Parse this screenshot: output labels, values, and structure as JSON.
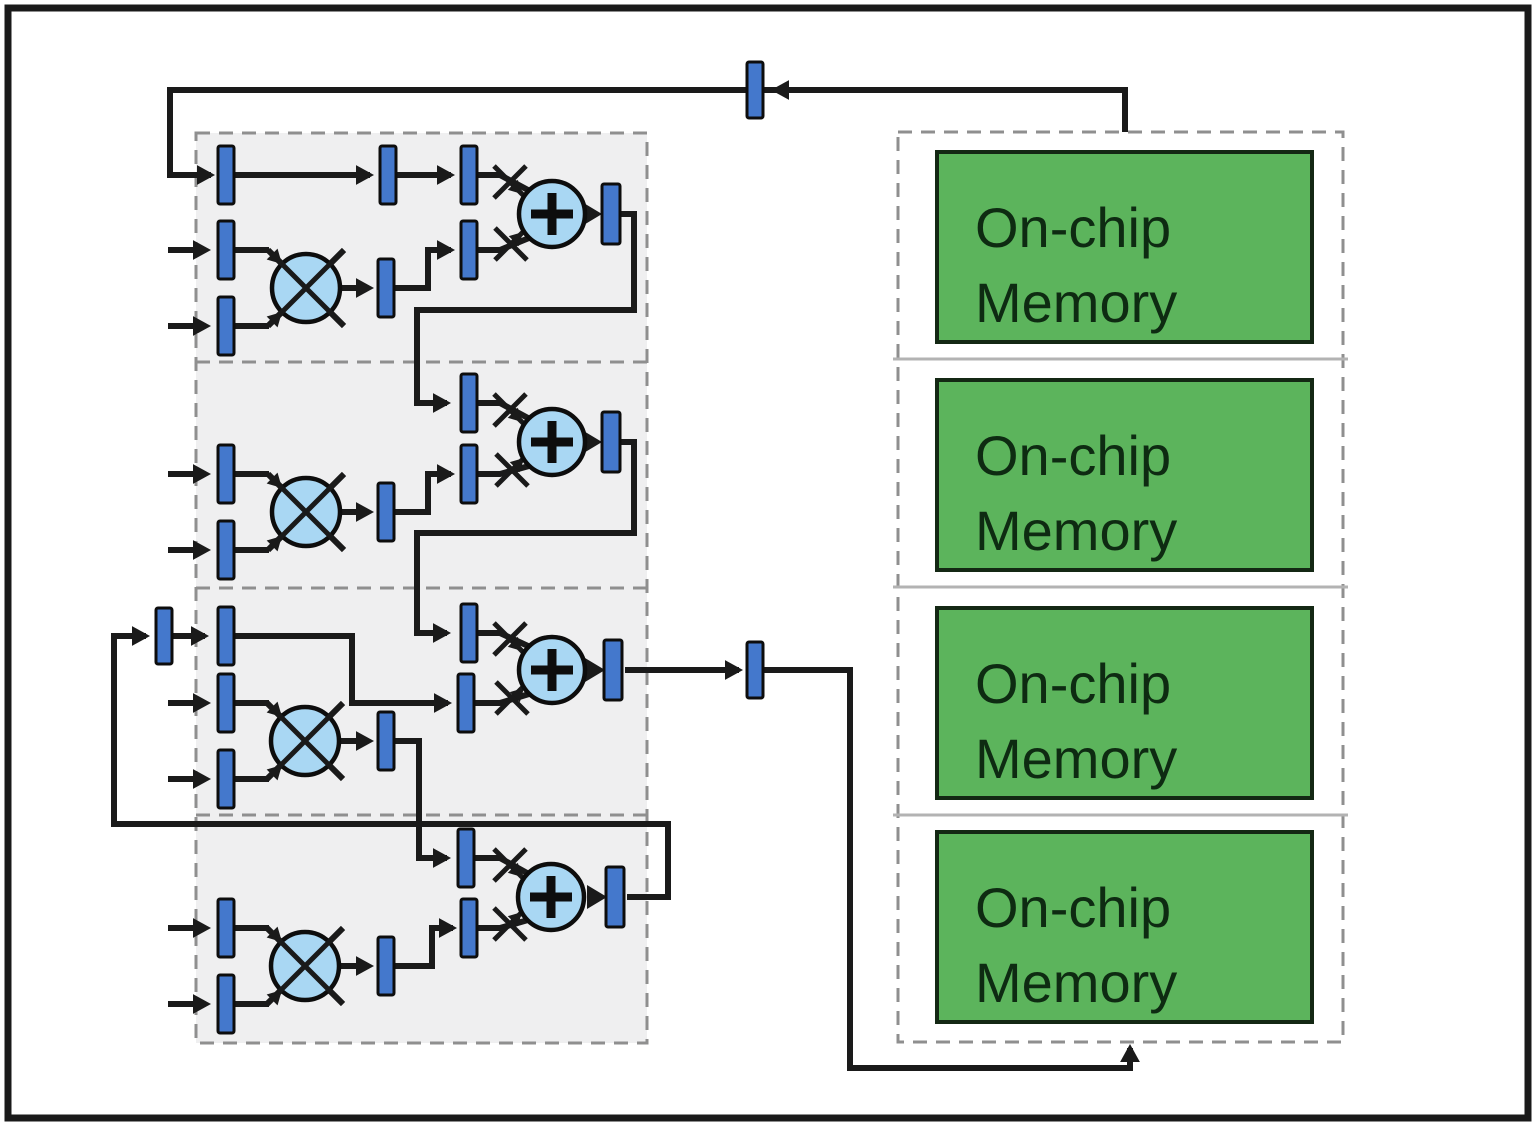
{
  "figure": {
    "type": "hardware-dataflow-diagram",
    "description": "Four pipelined processing stages (registers, multiplier, adder) wired to a column of four on-chip memory banks with feedback loops"
  },
  "memory_column": {
    "banks": [
      {
        "line1": "On-chip",
        "line2": "Memory"
      },
      {
        "line1": "On-chip",
        "line2": "Memory"
      },
      {
        "line1": "On-chip",
        "line2": "Memory"
      },
      {
        "line1": "On-chip",
        "line2": "Memory"
      }
    ]
  },
  "pe_column": {
    "stage_count": 4,
    "stages": [
      {
        "id": "stage-1",
        "units": [
          "delay-registers",
          "multiplier",
          "adder",
          "output-register"
        ]
      },
      {
        "id": "stage-2",
        "units": [
          "delay-registers",
          "multiplier",
          "adder",
          "output-register"
        ]
      },
      {
        "id": "stage-3",
        "units": [
          "loop-register",
          "delay-registers",
          "multiplier",
          "adder",
          "output-register"
        ]
      },
      {
        "id": "stage-4",
        "units": [
          "delay-registers",
          "multiplier",
          "adder",
          "output-register"
        ]
      }
    ]
  },
  "icons": {
    "multiplier": "circle-with-x",
    "adder": "circle-with-plus",
    "register": "blue-vertical-bar",
    "arrowhead": "filled-triangle"
  },
  "colors": {
    "wire": "#1a1a1a",
    "register_fill": "#4478cc",
    "register_stroke": "#0d0d0d",
    "operator_fill": "#a9d7f3",
    "operator_stroke": "#0d0d0d",
    "memory_fill": "#5cb45c",
    "memory_stroke": "#142814",
    "memory_text": "#0e2b12",
    "pe_fill": "#efeff0",
    "dashed_border": "#8f8f8f",
    "memory_separator": "#b3b3b3",
    "background": "#ffffff"
  }
}
